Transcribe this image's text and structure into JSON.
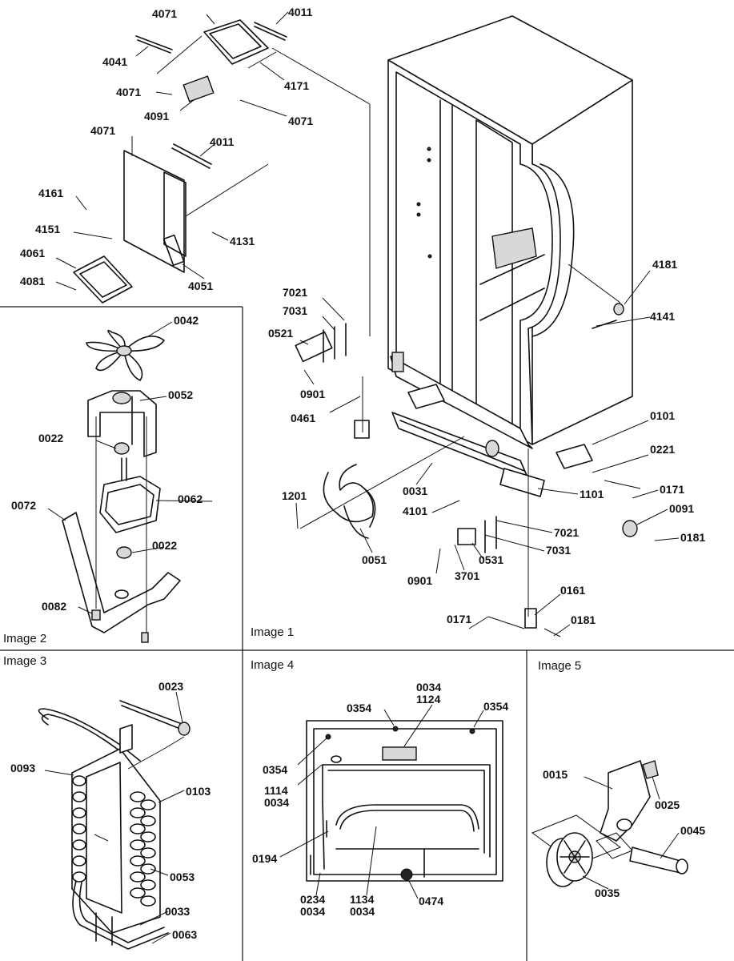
{
  "panels": [
    {
      "key": "image1",
      "caption": "Image 1"
    },
    {
      "key": "image2",
      "caption": "Image 2"
    },
    {
      "key": "image3",
      "caption": "Image 3"
    },
    {
      "key": "image4",
      "caption": "Image 4"
    },
    {
      "key": "image5",
      "caption": "Image 5"
    }
  ],
  "callouts": {
    "image1": [
      "4071",
      "4011",
      "4041",
      "4071",
      "4171",
      "4091",
      "4071",
      "4071",
      "4011",
      "4161",
      "4151",
      "4131",
      "4061",
      "4081",
      "4051",
      "7021",
      "7031",
      "0521",
      "0901",
      "0461",
      "4181",
      "4141",
      "0101",
      "0221",
      "0171",
      "0091",
      "0181",
      "1201",
      "0031",
      "1101",
      "4101",
      "7021",
      "7031",
      "0051",
      "0531",
      "0901",
      "3701",
      "0171",
      "0161",
      "0181"
    ],
    "image2": [
      "0042",
      "0052",
      "0022",
      "0062",
      "0072",
      "0022",
      "0082"
    ],
    "image3": [
      "0023",
      "0093",
      "0103",
      "0053",
      "0033",
      "0063"
    ],
    "image4": [
      "0034",
      "1124",
      "0354",
      "0354",
      "0354",
      "1114",
      "0034",
      "0194",
      "0234",
      "0034",
      "1134",
      "0034",
      "0474"
    ],
    "image5": [
      "0015",
      "0025",
      "0045",
      "0035"
    ]
  }
}
